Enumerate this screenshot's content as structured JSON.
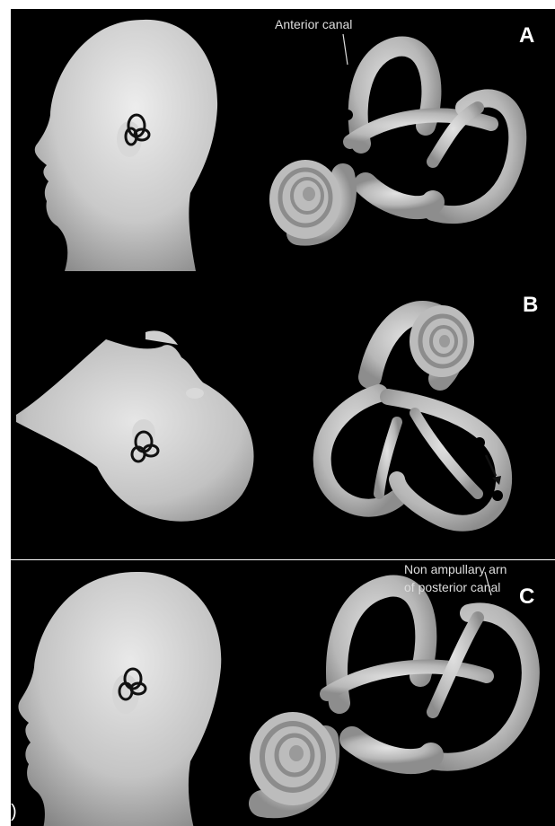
{
  "panels": [
    {
      "letter": "A",
      "callout": "Anterior canal"
    },
    {
      "letter": "B"
    },
    {
      "letter": "C",
      "callout_lines": [
        "Non ampullary arn",
        "of posterior canal"
      ]
    }
  ],
  "edge_fragment": ")",
  "colors": {
    "background": "#000000",
    "head_light": "#e8e8e8",
    "head_shadow": "#7a7a7a",
    "labyrinth": "#bdbdbd",
    "label_text": "#ffffff",
    "divider": "#ffffff"
  }
}
